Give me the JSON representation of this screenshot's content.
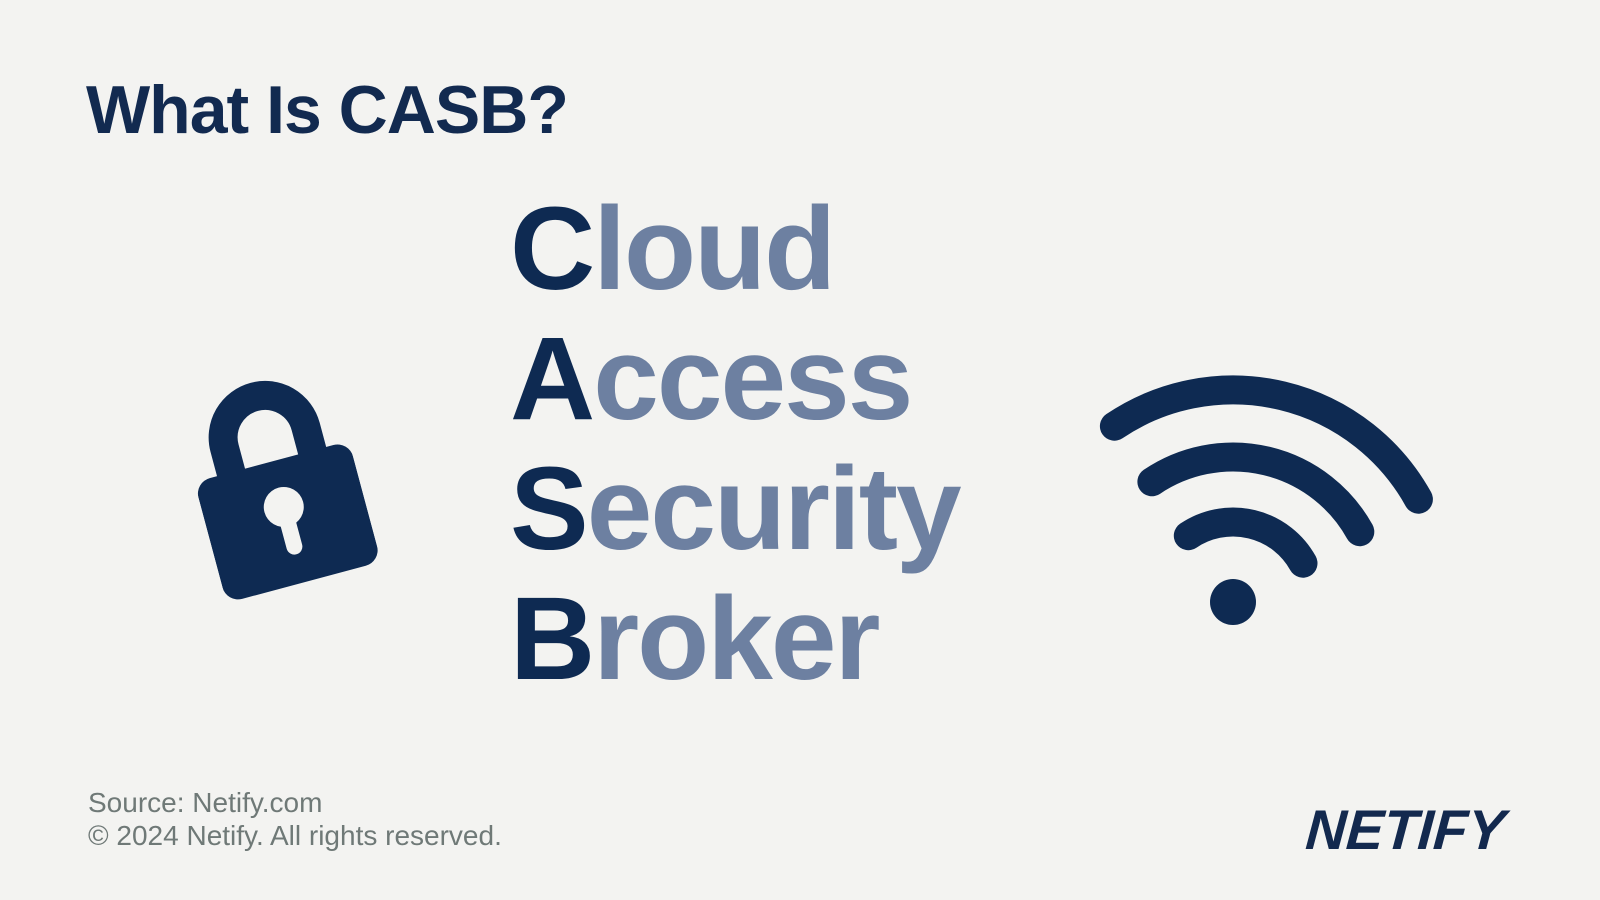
{
  "title": "What Is CASB?",
  "acronym": [
    {
      "initial": "C",
      "rest": "loud"
    },
    {
      "initial": "A",
      "rest": "ccess"
    },
    {
      "initial": "S",
      "rest": "ecurity"
    },
    {
      "initial": "B",
      "rest": "roker"
    }
  ],
  "icons": {
    "left": "padlock-icon",
    "right": "wifi-icon"
  },
  "footer": {
    "source": "Source: Netify.com",
    "copyright": "© 2024 Netify. All rights reserved."
  },
  "logo": "NETIFY",
  "colors": {
    "navy": "#0E2A52",
    "slate": "#6D80A1",
    "gray_text": "#6F7977",
    "background": "#F3F3F1"
  }
}
